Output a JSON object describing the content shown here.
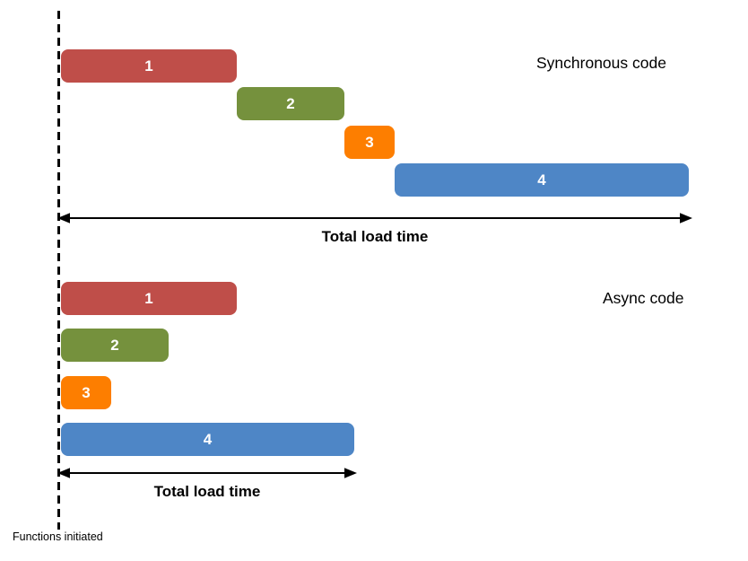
{
  "colors": {
    "bar-red": "#BF4E49",
    "bar-green": "#75913D",
    "bar-orange": "#FD7E00",
    "bar-blue": "#4E86C6",
    "line": "#000000"
  },
  "sync": {
    "title": "Synchronous code",
    "bars": [
      {
        "label": "1"
      },
      {
        "label": "2"
      },
      {
        "label": "3"
      },
      {
        "label": "4"
      }
    ],
    "arrow_label": "Total load time"
  },
  "async": {
    "title": "Async code",
    "bars": [
      {
        "label": "1"
      },
      {
        "label": "2"
      },
      {
        "label": "3"
      },
      {
        "label": "4"
      }
    ],
    "arrow_label": "Total load time"
  },
  "footer_label": "Functions initiated",
  "chart_data": {
    "type": "gantt",
    "unit": "relative time (pixels on shared timeline, 0 = functions initiated)",
    "series": [
      {
        "name": "Synchronous code",
        "tasks": [
          {
            "task": "1",
            "start": 0,
            "duration": 196
          },
          {
            "task": "2",
            "start": 196,
            "duration": 120
          },
          {
            "task": "3",
            "start": 316,
            "duration": 56
          },
          {
            "task": "4",
            "start": 372,
            "duration": 328
          }
        ],
        "total_label": "Total load time",
        "total_span": 704
      },
      {
        "name": "Async code",
        "tasks": [
          {
            "task": "1",
            "start": 0,
            "duration": 196
          },
          {
            "task": "2",
            "start": 0,
            "duration": 120
          },
          {
            "task": "3",
            "start": 0,
            "duration": 56
          },
          {
            "task": "4",
            "start": 0,
            "duration": 327
          }
        ],
        "total_label": "Total load time",
        "total_span": 330
      }
    ],
    "annotation": "Functions initiated"
  }
}
